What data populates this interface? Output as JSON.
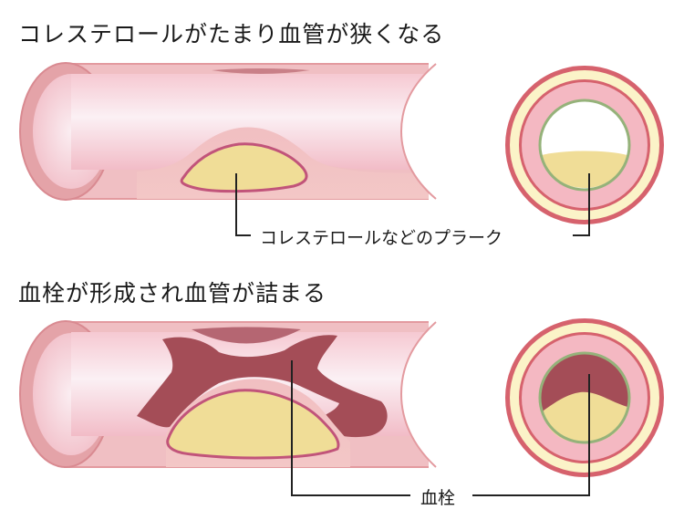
{
  "sections": [
    {
      "title": "コレステロールがたまり血管が狭くなる",
      "callout": "コレステロールなどのプラーク"
    },
    {
      "title": "血栓が形成され血管が詰まる",
      "callout": "血栓"
    }
  ],
  "colors": {
    "vessel_outer": "#e8a5a8",
    "vessel_wall": "#f3c3c5",
    "lumen_light": "#fbeef2",
    "plaque_fill": "#f0dd97",
    "plaque_border": "#c1547a",
    "thrombus": "#a44d57",
    "cross_outer": "#d6626d",
    "cross_ring": "#fbf3c8",
    "cross_inner_ring": "#95b27a",
    "leader_line": "#222222"
  }
}
